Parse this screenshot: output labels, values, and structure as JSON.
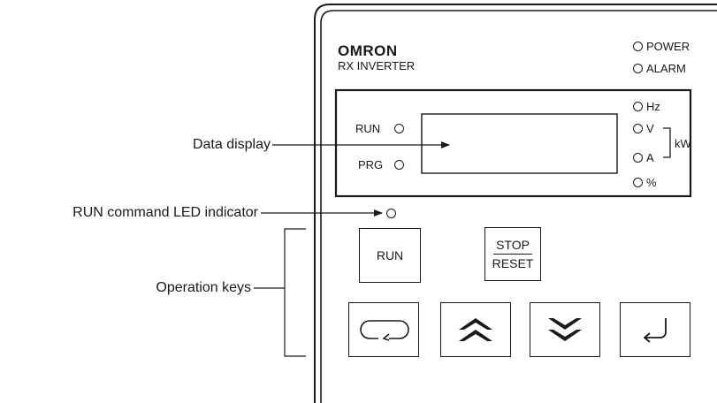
{
  "callouts": {
    "data_display": "Data display",
    "run_led": "RUN command LED indicator",
    "operation_keys": "Operation keys"
  },
  "panel": {
    "brand": "OMRON",
    "model": "RX INVERTER",
    "power_label": "POWER",
    "alarm_label": "ALARM"
  },
  "display": {
    "run_label": "RUN",
    "prg_label": "PRG",
    "unit_hz": "Hz",
    "unit_v": "V",
    "unit_a": "A",
    "unit_kw": "kW",
    "unit_pct": "%"
  },
  "keys": {
    "run": "RUN",
    "stop": "STOP",
    "reset": "RESET"
  },
  "icons": {
    "mode": "cycle-arrow-icon",
    "up": "double-chevron-up-icon",
    "down": "double-chevron-down-icon",
    "enter": "enter-return-icon"
  }
}
